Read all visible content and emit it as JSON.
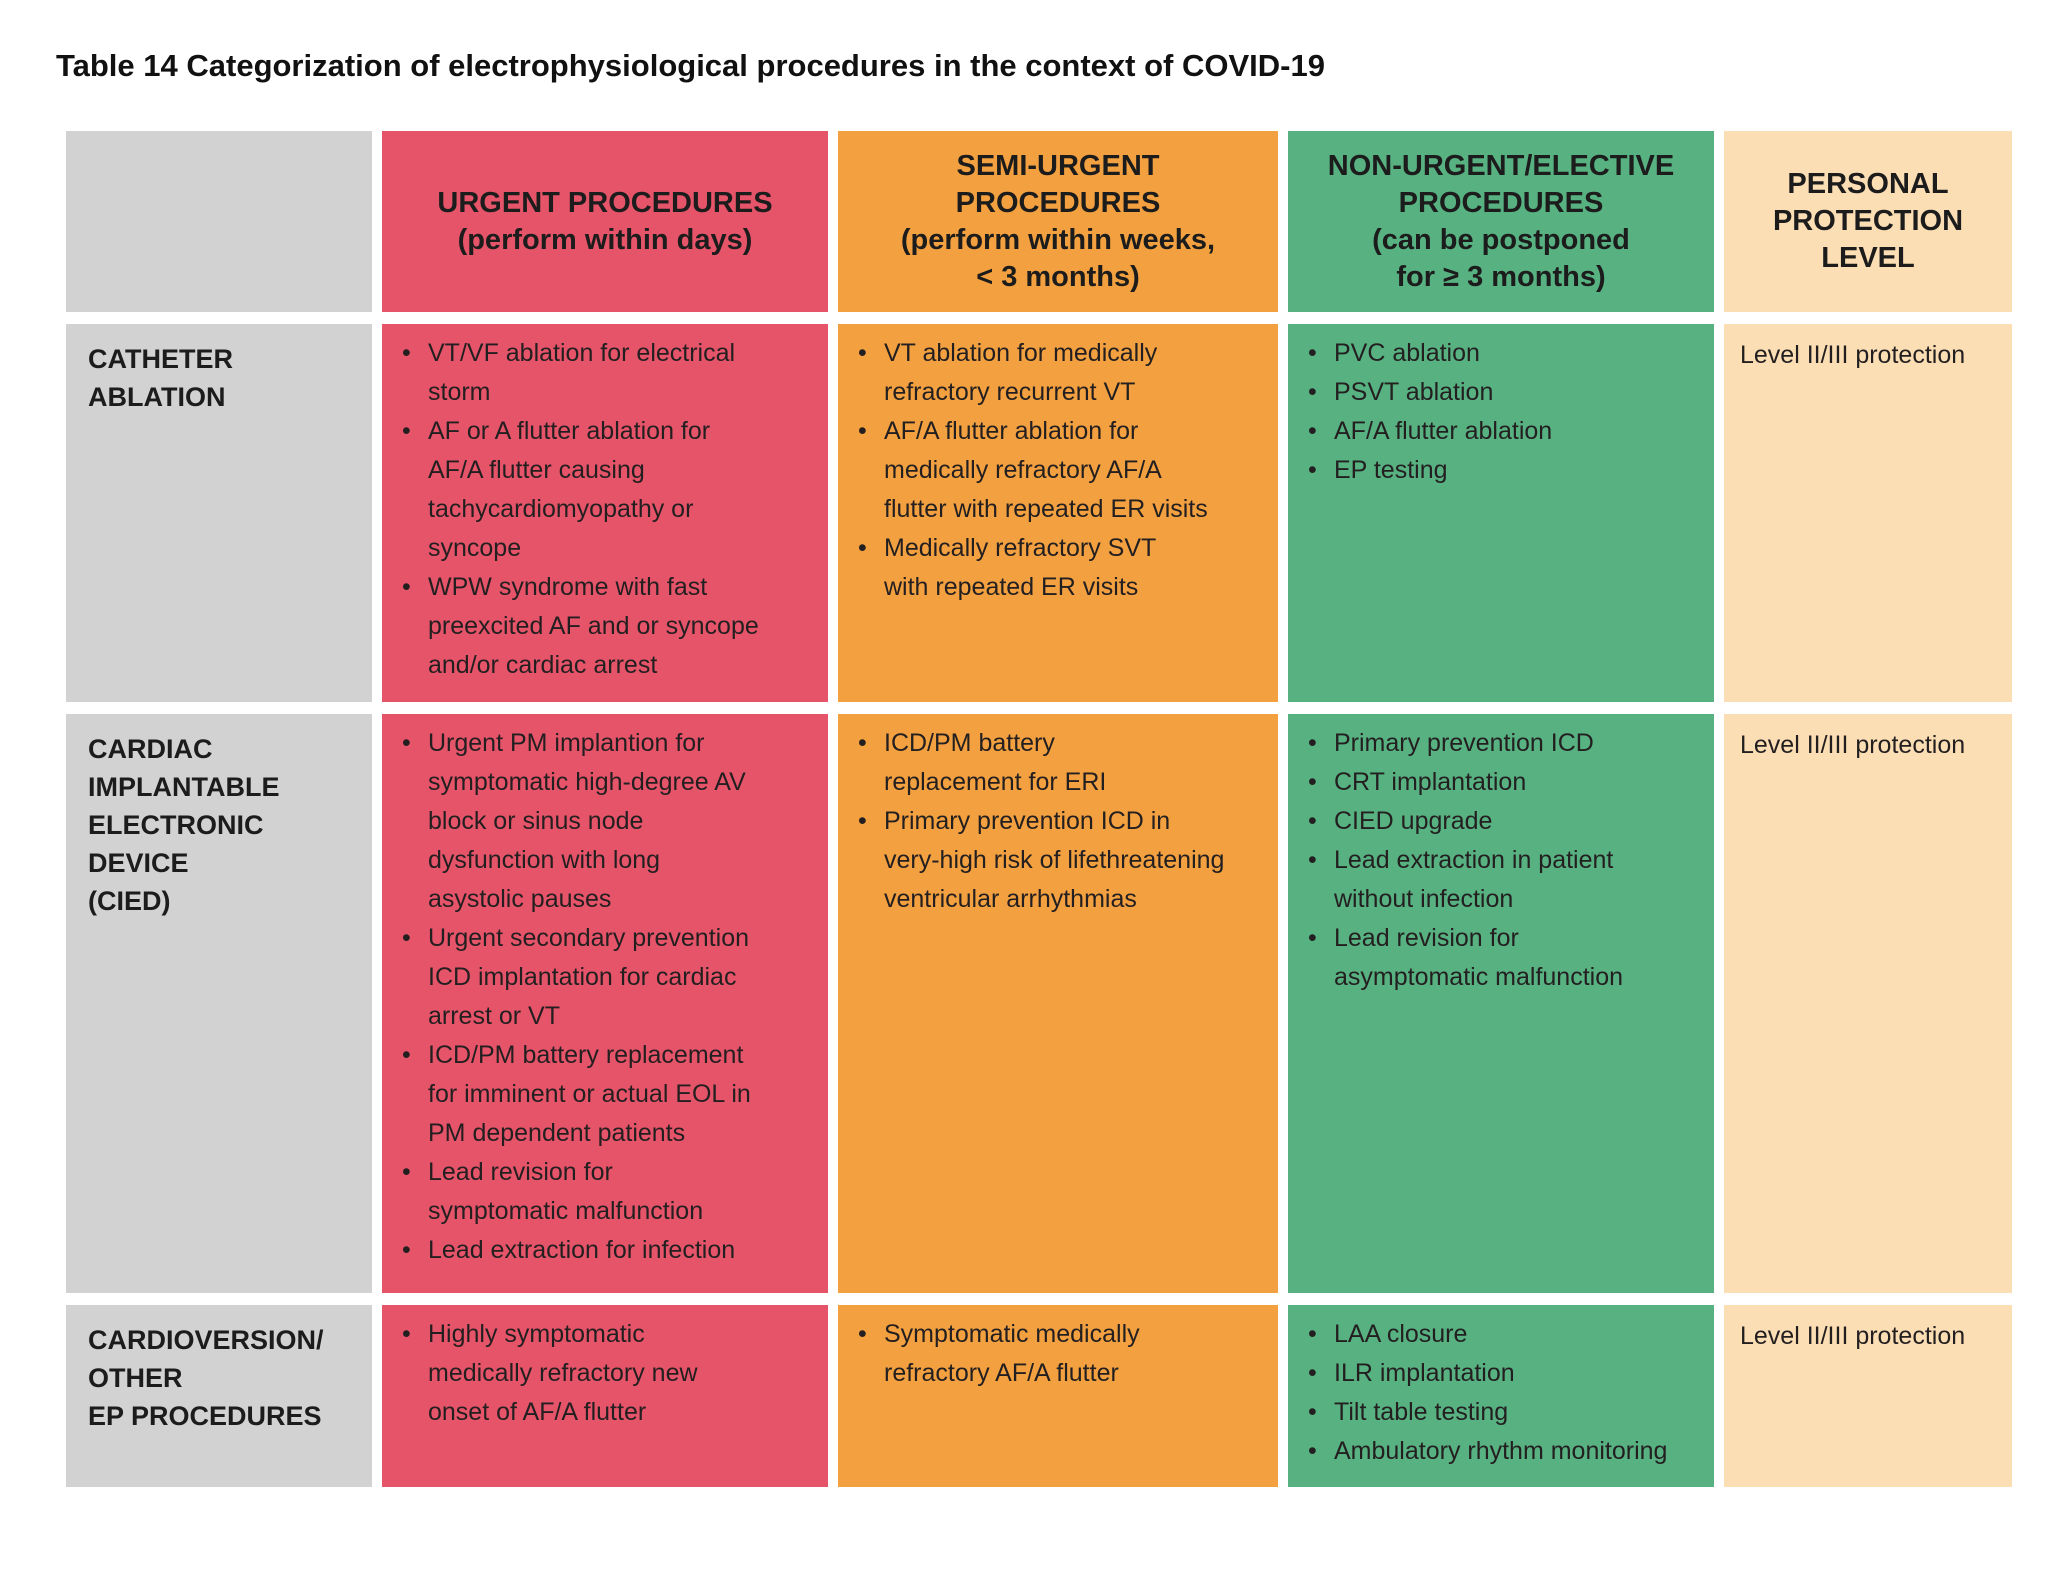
{
  "title": "Table 14 Categorization of electrophysiological procedures in the context of COVID-19",
  "colors": {
    "urgent": "#e65469",
    "semi_urgent": "#f3a140",
    "non_urgent": "#57b181",
    "protection": "#fcdeb4",
    "row_label": "#d2d2d2"
  },
  "header": {
    "urgent": "URGENT PROCEDURES\n(perform within days)",
    "semi_urgent": "SEMI-URGENT\nPROCEDURES\n(perform within weeks,\n< 3 months)",
    "non_urgent": "NON-URGENT/ELECTIVE\nPROCEDURES\n(can be postponed\nfor ≥ 3 months)",
    "protection": "PERSONAL\nPROTECTION\nLEVEL"
  },
  "rows": [
    {
      "category": "CATHETER\nABLATION",
      "urgent": [
        "VT/VF ablation for electrical\nstorm",
        "AF or A flutter ablation for\nAF/A flutter causing\ntachycardiomyopathy or\nsyncope",
        "WPW syndrome with fast\npreexcited AF and or syncope\nand/or cardiac arrest"
      ],
      "semi_urgent": [
        "VT ablation for medically\nrefractory recurrent VT",
        "AF/A flutter ablation for\nmedically refractory AF/A\nflutter with repeated ER visits",
        "Medically refractory SVT\nwith repeated ER visits"
      ],
      "non_urgent": [
        "PVC ablation",
        "PSVT ablation",
        "AF/A flutter ablation",
        "EP testing"
      ],
      "protection": "Level II/III protection"
    },
    {
      "category": "CARDIAC\nIMPLANTABLE\nELECTRONIC\nDEVICE\n(CIED)",
      "urgent": [
        "Urgent PM implantion for\nsymptomatic high-degree AV\nblock or sinus node\ndysfunction with long\nasystolic pauses",
        "Urgent secondary prevention\nICD implantation for cardiac\narrest or VT",
        "ICD/PM battery replacement\nfor imminent or actual EOL in\nPM dependent patients",
        "Lead revision for\nsymptomatic malfunction",
        "Lead extraction for infection"
      ],
      "semi_urgent": [
        "ICD/PM battery\nreplacement for ERI",
        "Primary prevention ICD in\nvery-high risk of lifethreatening\nventricular arrhythmias"
      ],
      "non_urgent": [
        "Primary prevention ICD",
        "CRT implantation",
        "CIED upgrade",
        "Lead extraction in patient\nwithout infection",
        "Lead revision for\nasymptomatic malfunction"
      ],
      "protection": "Level II/III protection"
    },
    {
      "category": "CARDIOVERSION/\nOTHER\nEP PROCEDURES",
      "urgent": [
        "Highly symptomatic\nmedically refractory new\nonset of AF/A flutter"
      ],
      "semi_urgent": [
        "Symptomatic medically\nrefractory AF/A flutter"
      ],
      "non_urgent": [
        "LAA closure",
        "ILR implantation",
        "Tilt table testing",
        "Ambulatory rhythm monitoring"
      ],
      "protection": "Level II/III protection"
    }
  ]
}
